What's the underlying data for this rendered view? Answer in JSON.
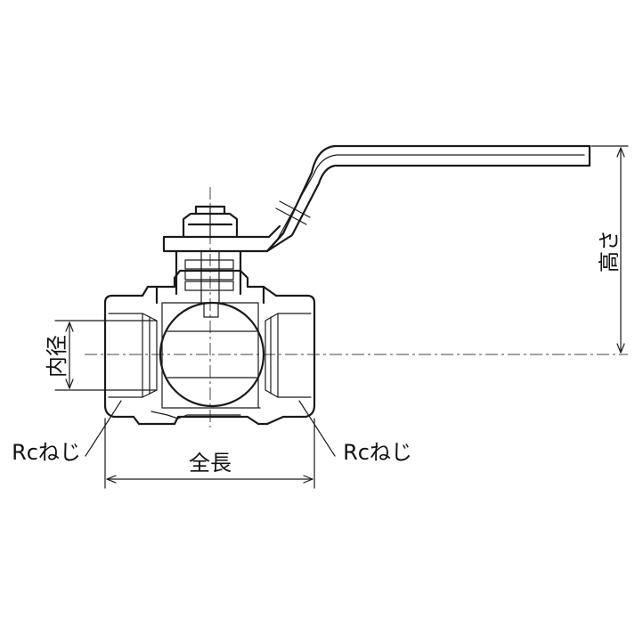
{
  "labels": {
    "inner_diameter": "内径",
    "height": "高さ",
    "overall_length": "全長",
    "rc_thread_left": "Rcねじ",
    "rc_thread_right": "Rcねじ"
  }
}
